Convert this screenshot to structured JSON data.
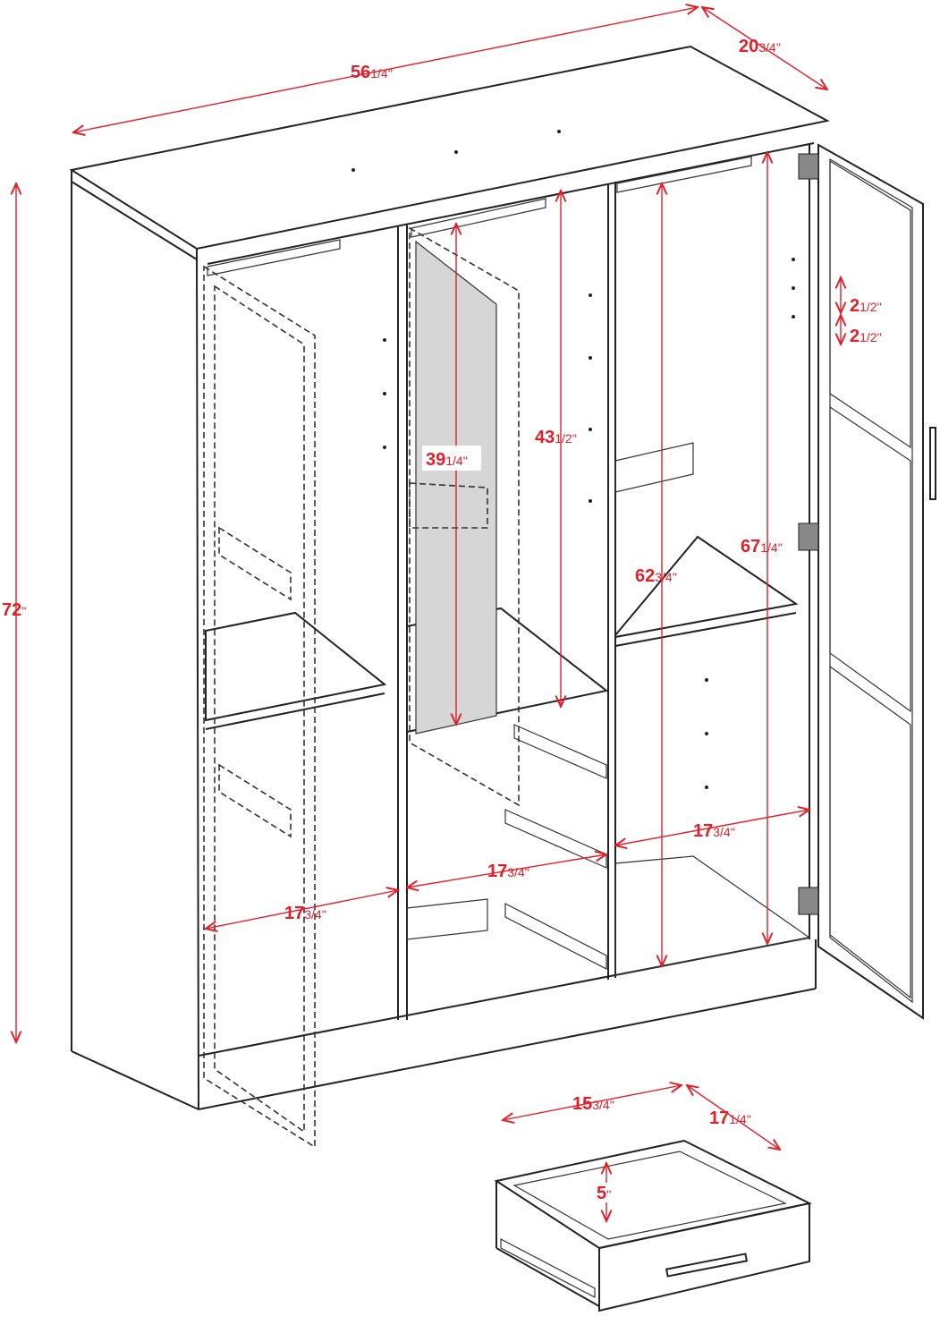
{
  "colors": {
    "dimension": "#e0202a",
    "line": "#222222",
    "mirror": "#d6d6d6"
  },
  "dimensions": {
    "width": {
      "whole": "56",
      "fraction": "1/4''"
    },
    "depth": {
      "whole": "20",
      "fraction": "3/4''"
    },
    "height": {
      "whole": "72",
      "fraction": "''"
    },
    "shelf_spacing_1": {
      "whole": "2",
      "fraction": "1/2''"
    },
    "shelf_spacing_2": {
      "whole": "2",
      "fraction": "1/2''"
    },
    "middle_upper_height": {
      "whole": "43",
      "fraction": "1/2''"
    },
    "mirror_height": {
      "whole": "39",
      "fraction": "1/4''"
    },
    "right_inner_height": {
      "whole": "67",
      "fraction": "1/4''"
    },
    "right_lower_height": {
      "whole": "62",
      "fraction": "3/4''"
    },
    "right_width": {
      "whole": "17",
      "fraction": "3/4''"
    },
    "middle_width": {
      "whole": "17",
      "fraction": "3/4''"
    },
    "left_width": {
      "whole": "17",
      "fraction": "3/4''"
    },
    "drawer_width": {
      "whole": "15",
      "fraction": "3/4''"
    },
    "drawer_depth": {
      "whole": "17",
      "fraction": "1/4''"
    },
    "drawer_height": {
      "whole": "5",
      "fraction": "''"
    }
  }
}
